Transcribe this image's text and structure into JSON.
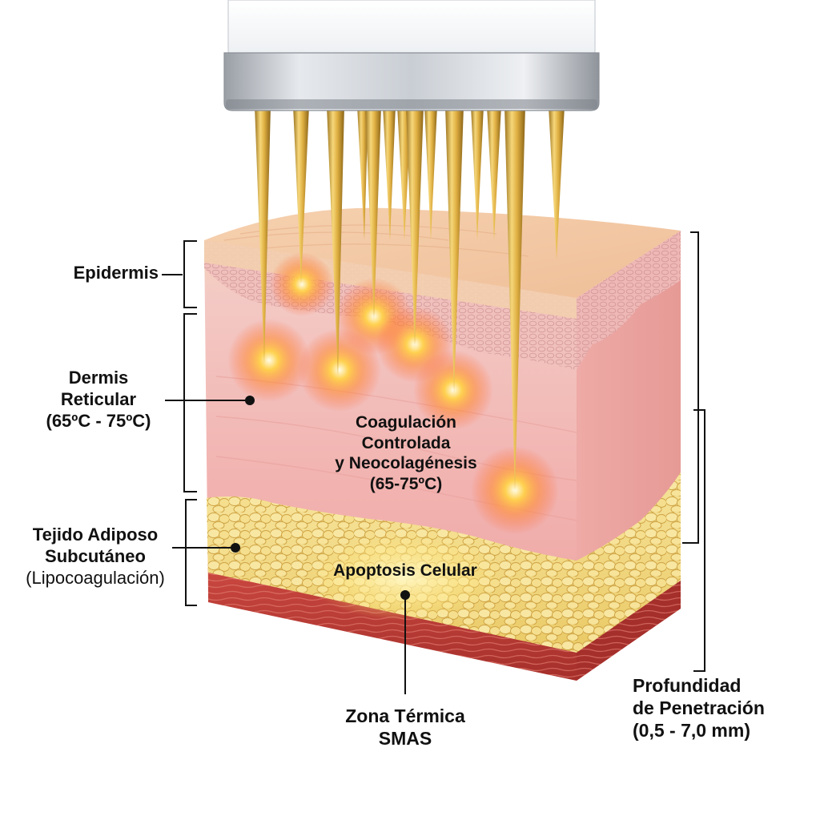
{
  "labels": {
    "epidermis": "Epidermis",
    "dermis": {
      "line1": "Dermis",
      "line2": "Reticular",
      "line3": "(65ºC - 75ºC)"
    },
    "adipose": {
      "line1": "Tejido Adiposo",
      "line2": "Subcutáneo",
      "line3": "(Lipocoagulación)"
    },
    "coagulation": {
      "line1": "Coagulación",
      "line2": "Controlada",
      "line3": "y Neocolagénesis",
      "line4": "(65-75ºC)"
    },
    "apoptosis": "Apoptosis Celular",
    "smas": {
      "line1": "Zona Térmica",
      "line2": "SMAS"
    },
    "depth": {
      "line1": "Profundidad",
      "line2": "de Penetración",
      "line3": "(0,5 - 7,0 mm)"
    }
  },
  "colors": {
    "epidermis": "#f2c9a8",
    "dermis": "#f4b7b4",
    "fat": "#f2d77a",
    "muscle": "#b83a34",
    "needle_gold": "#d9a93a",
    "heat_glow": "#ff7a2a",
    "line": "#111111"
  },
  "icons": {
    "handpiece": "rf-microneedling-handpiece",
    "needles": "gold-microneedles",
    "glow": "thermal-heat-spot"
  }
}
